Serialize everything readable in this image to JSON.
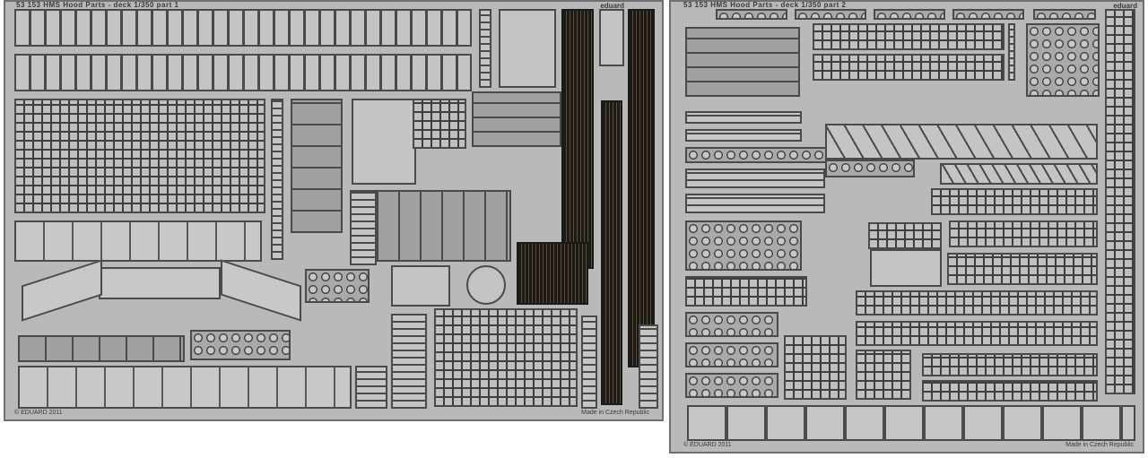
{
  "image": {
    "description": "Photograph of two photo-etched brass model kit frets for a 1/350 ship deck",
    "background": "#ffffff",
    "fret_color": "#b9b9b9"
  },
  "frets": [
    {
      "title": "53 153 HMS Hood Parts - deck 1/350 part 1",
      "brand": "eduard",
      "copyright": "© EDUARD 2011",
      "origin": "Made in Czech Republic"
    },
    {
      "title": "53 153 HMS Hood Parts - deck 1/350 part 2",
      "brand": "eduard",
      "copyright": "© EDUARD 2011",
      "origin": "Made in Czech Republic"
    }
  ]
}
